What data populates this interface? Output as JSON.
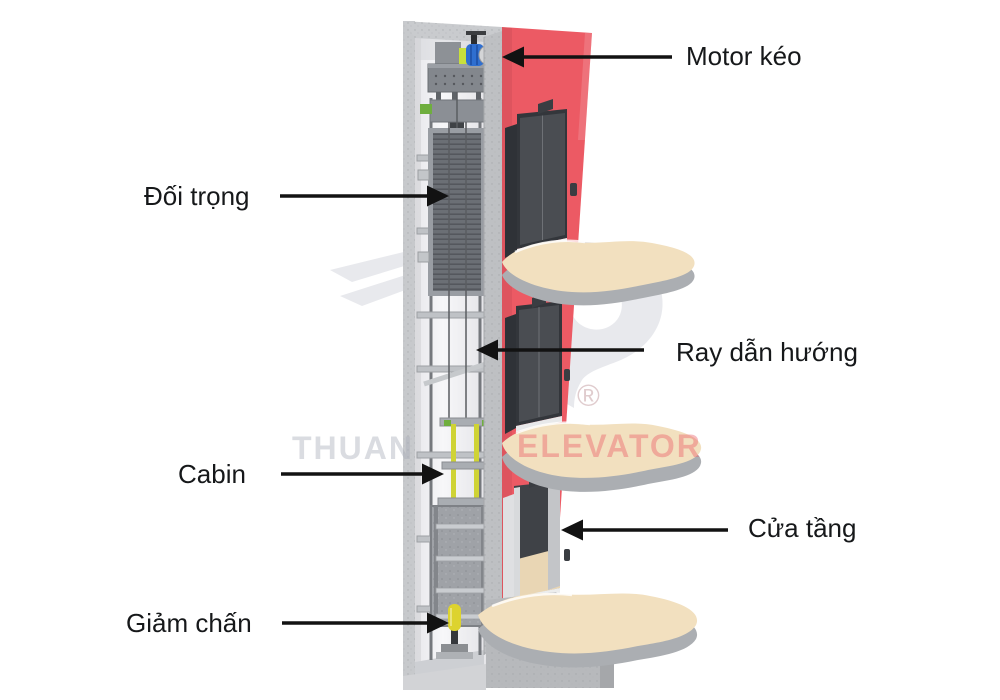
{
  "watermark": {
    "brand_gray": "THUAN",
    "brand_red": "ELEVATOR",
    "registered_symbol": "®"
  },
  "labels": {
    "motor": "Motor kéo",
    "counterweight": "Đối trọng",
    "guide_rail": "Ray dẫn hướng",
    "cabin": "Cabin",
    "landing_door": "Cửa tầng",
    "buffer": "Giảm chấn"
  },
  "colors": {
    "wall_red": "#ec5a64",
    "door_dark": "#4a4d52",
    "floor_beige": "#f2e0bf",
    "floor_rim": "#abaeb2",
    "concrete": "#c7c9cc",
    "shaft_interior": "#f4f4f6",
    "motor_blue": "#2f6fd0",
    "buffer_yellow": "#ddd32e",
    "safety_yellow": "#cfd335",
    "counterweight_gray": "#6b6f75",
    "arrow_black": "#121212",
    "logo_gray": "#e8e9ed",
    "watermark_gray": "#d6d8de",
    "watermark_red": "#ef6a74"
  }
}
